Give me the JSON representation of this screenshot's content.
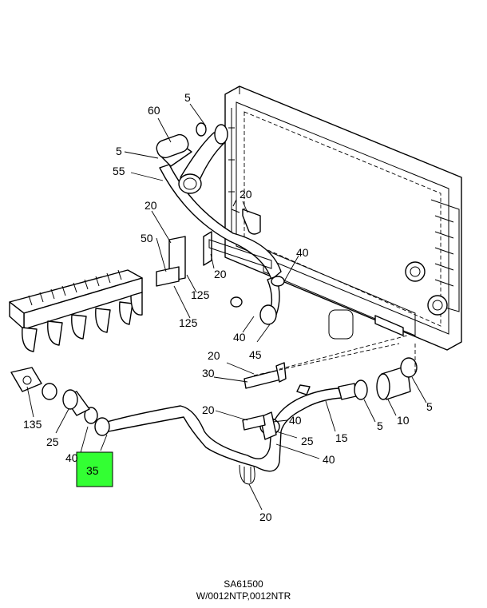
{
  "diagram": {
    "callouts": [
      "5",
      "60",
      "5",
      "55",
      "20",
      "20",
      "50",
      "40",
      "20",
      "125",
      "125",
      "40",
      "45",
      "20",
      "30",
      "135",
      "25",
      "20",
      "40",
      "25",
      "40",
      "35",
      "15",
      "5",
      "10",
      "5",
      "20",
      "40"
    ],
    "highlighted_callout": "35",
    "highlight_color": "#33ff33"
  },
  "footer": {
    "ref_code": "SA61500",
    "models": "W/0012NTP,0012NTR"
  }
}
